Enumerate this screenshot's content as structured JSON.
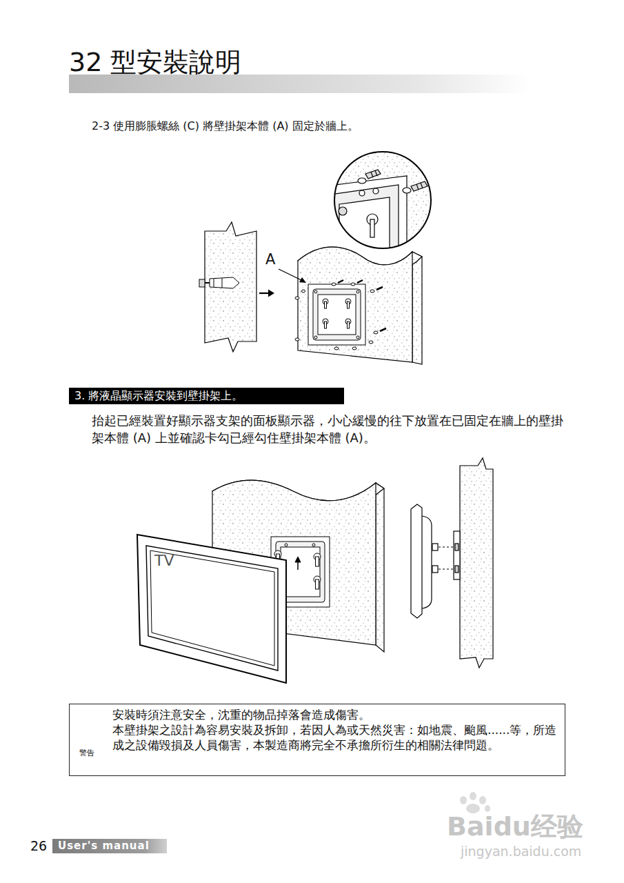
{
  "diagram": {
    "title": "32 型安裝說明",
    "nodes": [
      {
        "text": [
          "3.  將液晶顯示器安裝到壁掛架上。"
        ]
      },
      {
        "text": [
          "警告",
          "安裝時須注意安全，沈重的物品掉落會造成傷害。",
          "本壁掛架之設計為容易安裝及拆卸，若因人為或天然災害：如地震、颱風......等，所造成之設備毀損及人員傷害，本製造商將完全不承擔所衍生的相關法律問題。"
        ]
      },
      {
        "text": [
          "User's manual"
        ]
      }
    ],
    "labels": [
      "2-3  使用膨脹螺絲 (C) 將壁掛架本體 (A) 固定於牆上。",
      "A",
      "抬起已經裝置好顯示器支架的面板顯示器，小心緩慢的往下放置在已固定在牆上的壁掛架本體 (A) 上並確認卡勾已經勾住壁掛架本體 (A)。",
      "TV",
      "26",
      "Baidu经验",
      "jingyan.baidu.com"
    ]
  }
}
